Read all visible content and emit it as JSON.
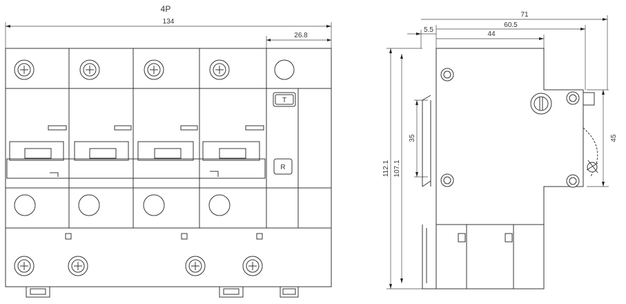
{
  "front_view": {
    "pole_label": "4P",
    "width_label": "134",
    "neutral_width_label": "26.8",
    "test_button_label": "T",
    "reset_button_label": "R"
  },
  "side_view": {
    "total_depth_label": "71",
    "depth_mid_label": "60.5",
    "depth_front_label": "44",
    "rail_offset_label": "5.5",
    "height_total_label": "112.1",
    "height_body_label": "107.1",
    "rail_pitch_label": "35",
    "front_height_label": "45"
  },
  "colors": {
    "line": "#333333",
    "background": "#ffffff"
  },
  "icons": [
    "screw-terminal-icon",
    "rail-clip-icon",
    "toggle-lever-icon"
  ]
}
